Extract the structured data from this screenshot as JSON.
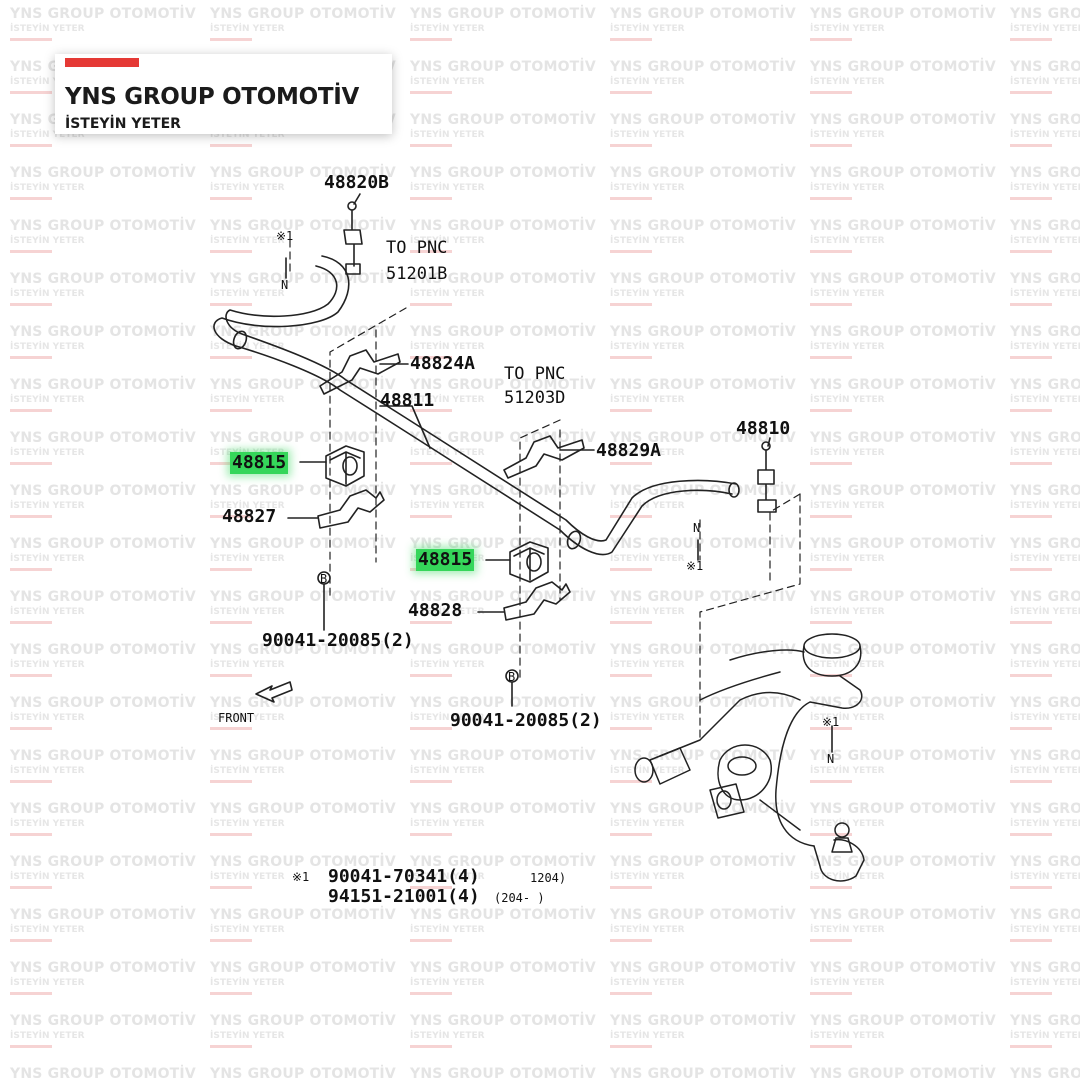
{
  "brand": {
    "name": "YNS GROUP OTOMOTİV",
    "slogan": "İSTEYİN YETER",
    "accent_color": "#e53935"
  },
  "watermark": {
    "line1": "YNS GROUP OTOMOTİV",
    "line2": "İSTEYİN YETER"
  },
  "diagram": {
    "part_labels": {
      "p48820B": "48820B",
      "p48824A": "48824A",
      "p48811": "48811",
      "p48829A": "48829A",
      "p48810": "48810",
      "p48815_left": "48815",
      "p48815_right": "48815",
      "p48827": "48827",
      "p48828": "48828",
      "bolt_left": "90041-20085(2)",
      "bolt_right": "90041-20085(2)"
    },
    "highlight_color": "#35d65a",
    "to_pnc_1": {
      "line1": "TO PNC",
      "line2": "51201B"
    },
    "to_pnc_2": {
      "line1": "TO PNC",
      "line2": "51203D"
    },
    "front_label": "FRONT",
    "footnote": {
      "mark": "※1",
      "line1_part": "90041-70341(4)",
      "line1_range": "1204)",
      "line2_part": "94151-21001(4)",
      "line2_range": "(204-   )"
    },
    "markers": {
      "n": "N",
      "b": "B",
      "x1": "※1"
    }
  }
}
